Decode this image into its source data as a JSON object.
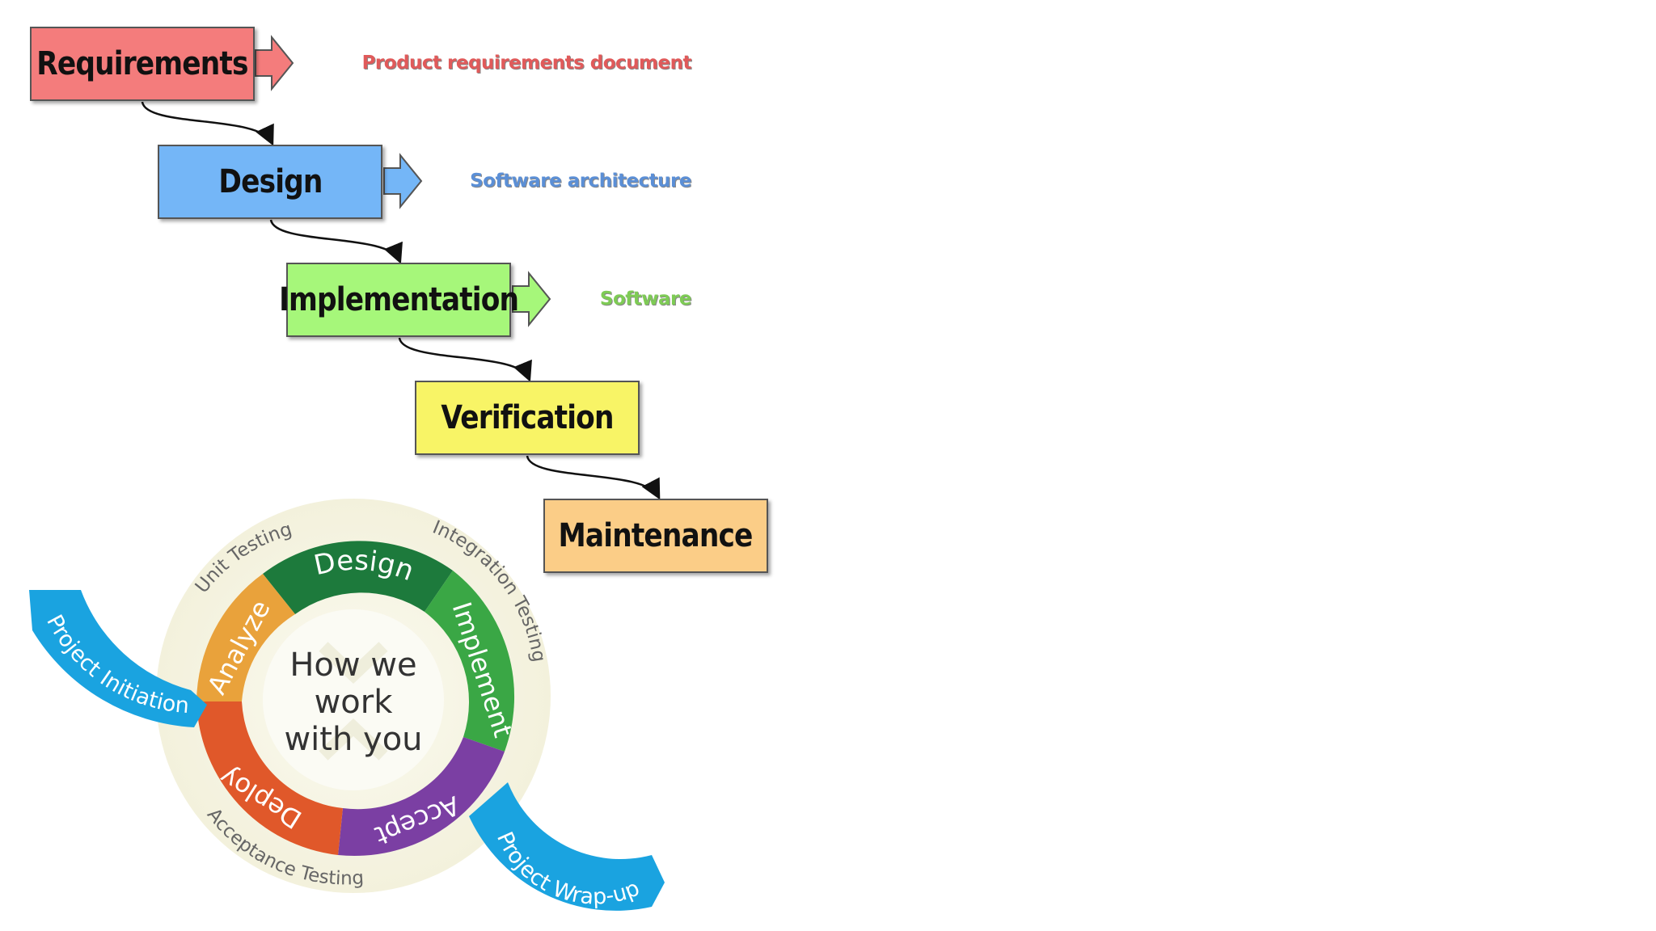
{
  "waterfall": {
    "stages": [
      {
        "label": "Requirements",
        "color": "#f47c7c",
        "output": "Product requirements document",
        "output_color": "#e05a5a"
      },
      {
        "label": "Design",
        "color": "#74b6f7",
        "output": "Software architecture",
        "output_color": "#5b8fd6"
      },
      {
        "label": "Implementation",
        "color": "#a6f77a",
        "output": "Software",
        "output_color": "#7ecb55"
      },
      {
        "label": "Verification",
        "color": "#f8f466",
        "output": "",
        "output_color": ""
      },
      {
        "label": "Maintenance",
        "color": "#fbcd87",
        "output": "",
        "output_color": ""
      }
    ]
  },
  "cycle": {
    "center_line1": "How we",
    "center_line2": "work",
    "center_line3": "with you",
    "phases": [
      {
        "label": "Design",
        "color": "#1d7a3c"
      },
      {
        "label": "Implement",
        "color": "#3aa745"
      },
      {
        "label": "Accept",
        "color": "#7b3fa3"
      },
      {
        "label": "Deploy",
        "color": "#e0582a"
      },
      {
        "label": "Analyze",
        "color": "#e9a23b"
      }
    ],
    "outer_labels": [
      "Unit Testing",
      "Integration Testing",
      "Acceptance Testing"
    ],
    "bands": [
      {
        "label": "Project Initiation",
        "color": "#1aa3e0"
      },
      {
        "label": "Project Wrap-up",
        "color": "#1aa3e0"
      }
    ]
  }
}
